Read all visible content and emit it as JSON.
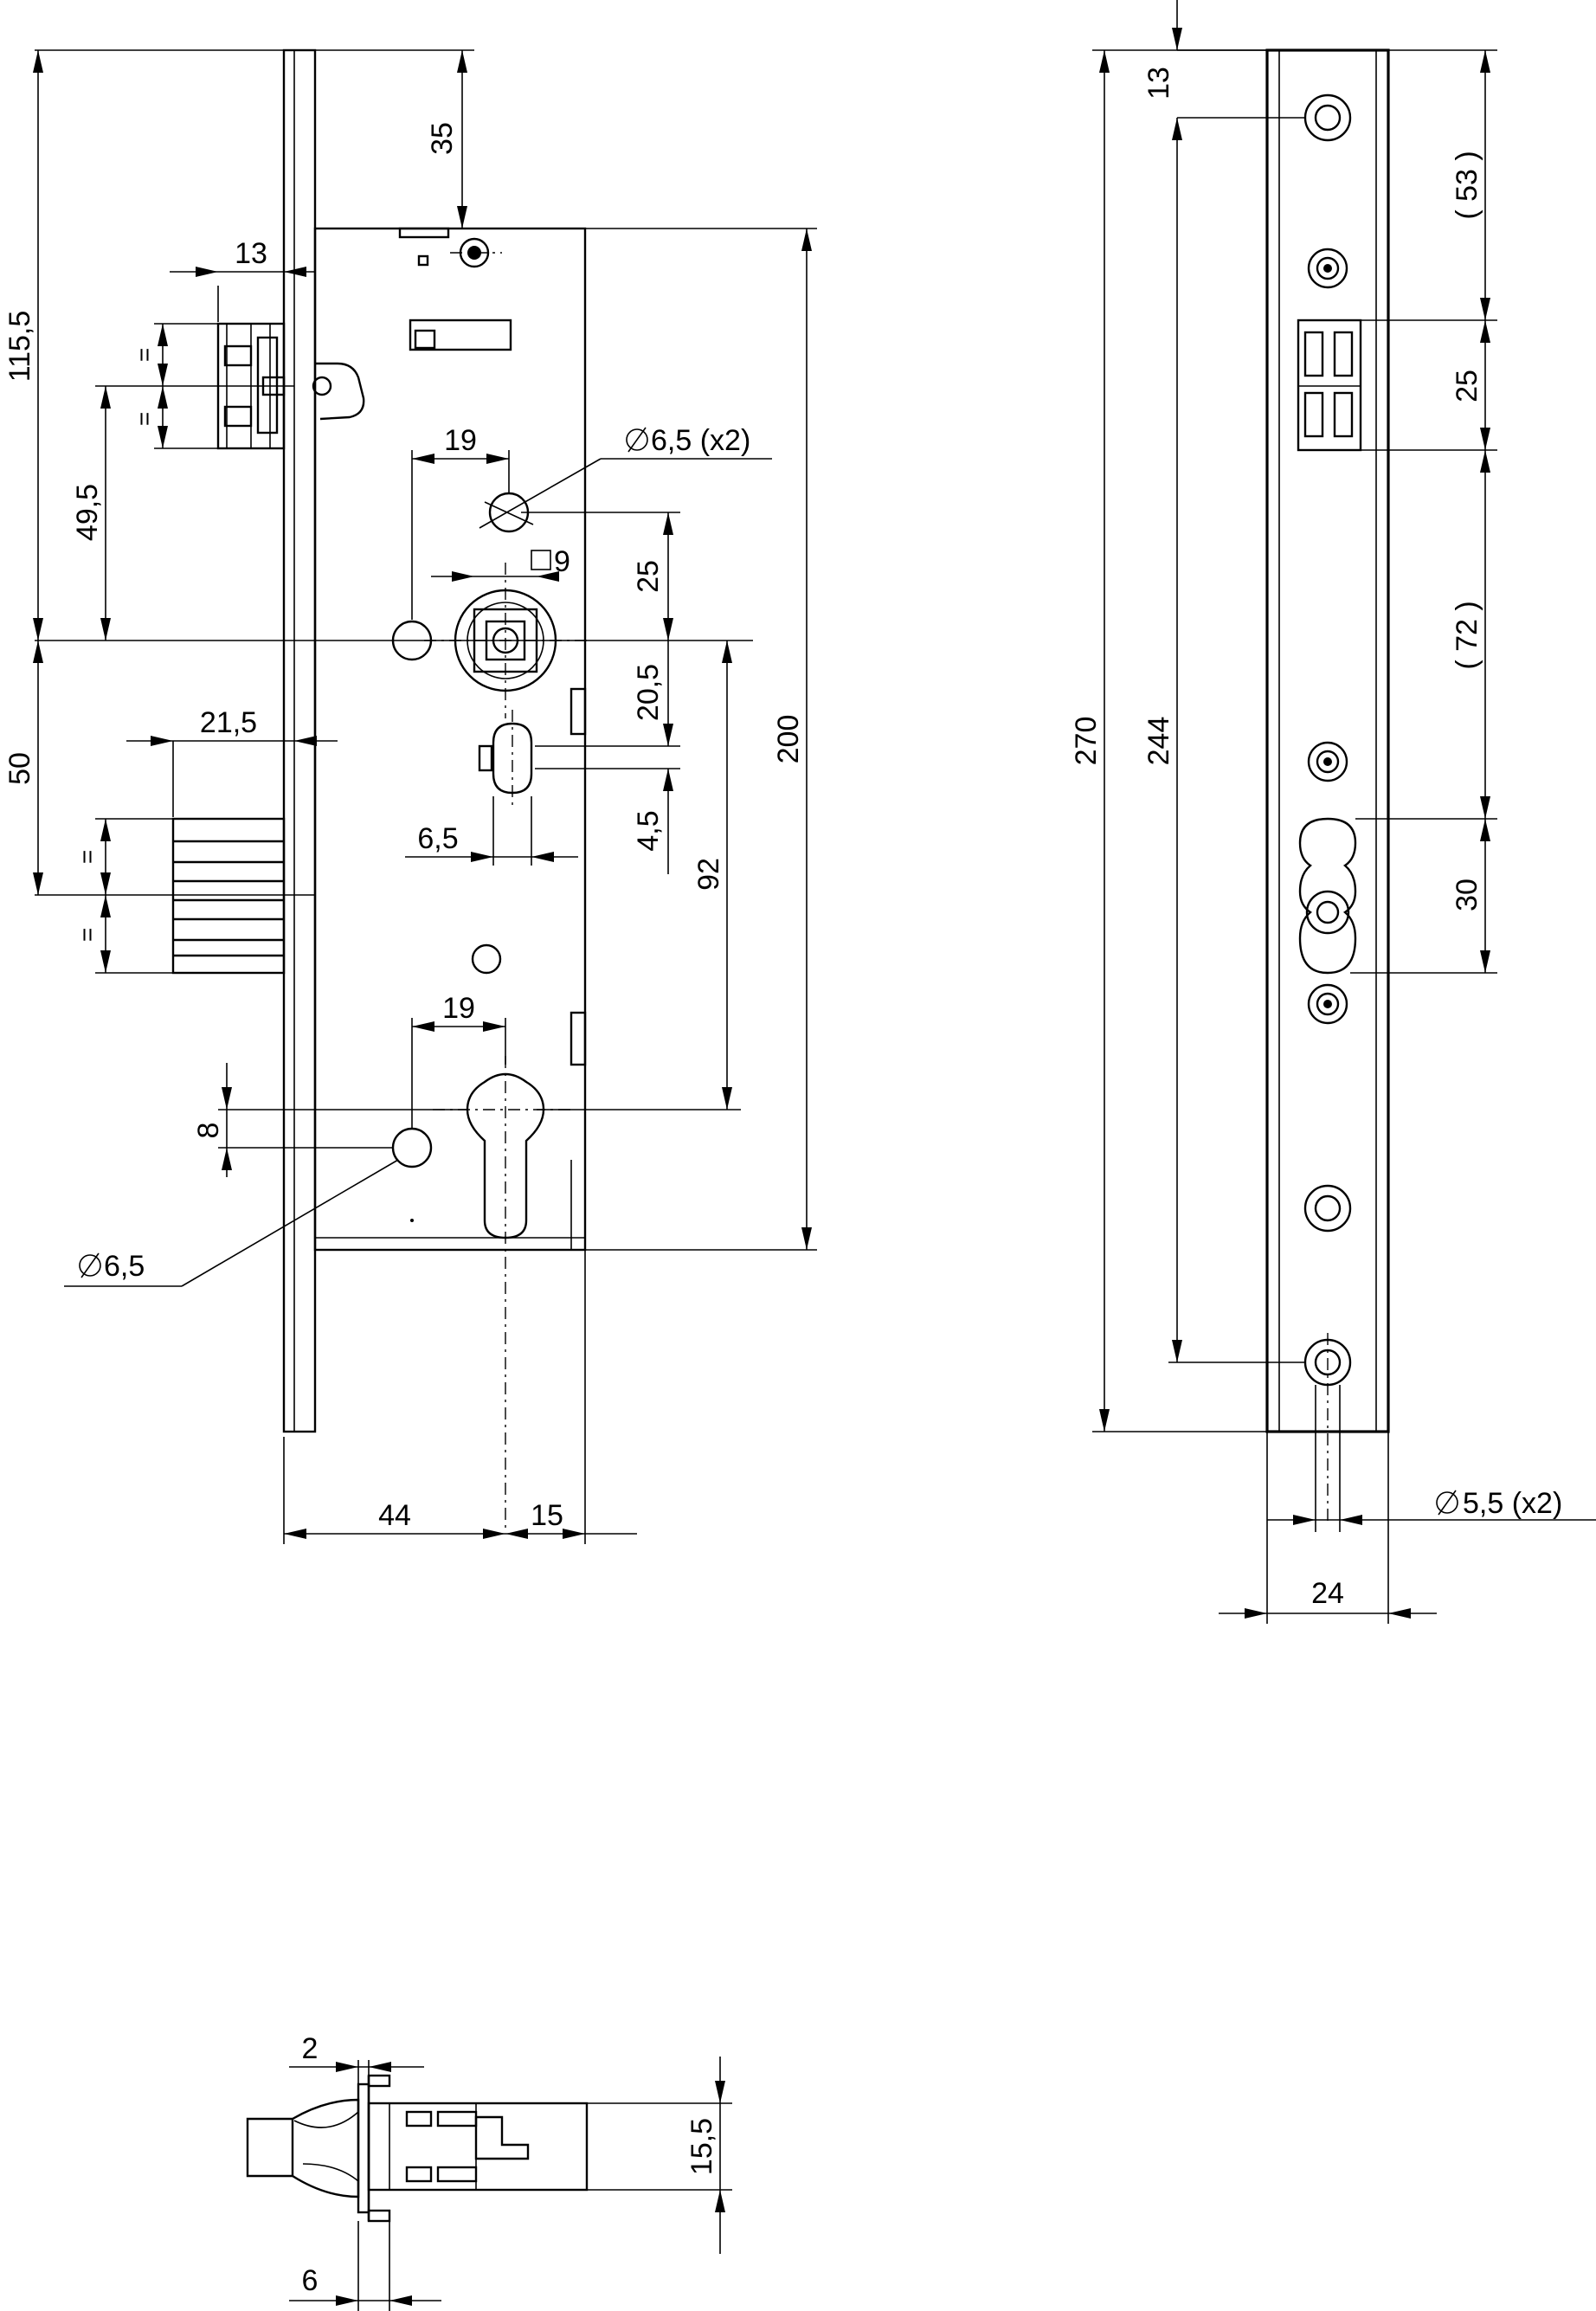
{
  "front_view": {
    "dims": {
      "d_115_5": "115,5",
      "d_35": "35",
      "d_13_latch": "13",
      "d_eq": "=",
      "d_49_5": "49,5",
      "d_19_top": "19",
      "d_dia_6_5_x2": "6,5 (x2)",
      "d_sq_9": "9",
      "d_25": "25",
      "d_20_5": "20,5",
      "d_200": "200",
      "d_50": "50",
      "d_21_5": "21,5",
      "d_6_5": "6,5",
      "d_4_5": "4,5",
      "d_92": "92",
      "d_19_bottom": "19",
      "d_8": "8",
      "d_dia_6_5": "6,5",
      "d_44": "44",
      "d_15": "15"
    }
  },
  "faceplate_view": {
    "dims": {
      "d_13": "13",
      "d_53": "( 53 )",
      "d_25": "25",
      "d_72": "( 72 )",
      "d_270": "270",
      "d_244": "244",
      "d_30": "30",
      "d_dia_5_5_x2": "5,5 (x2)",
      "d_24": "24"
    }
  },
  "latch_top_view": {
    "dims": {
      "d_2": "2",
      "d_15_5": "15,5",
      "d_6": "6"
    }
  }
}
